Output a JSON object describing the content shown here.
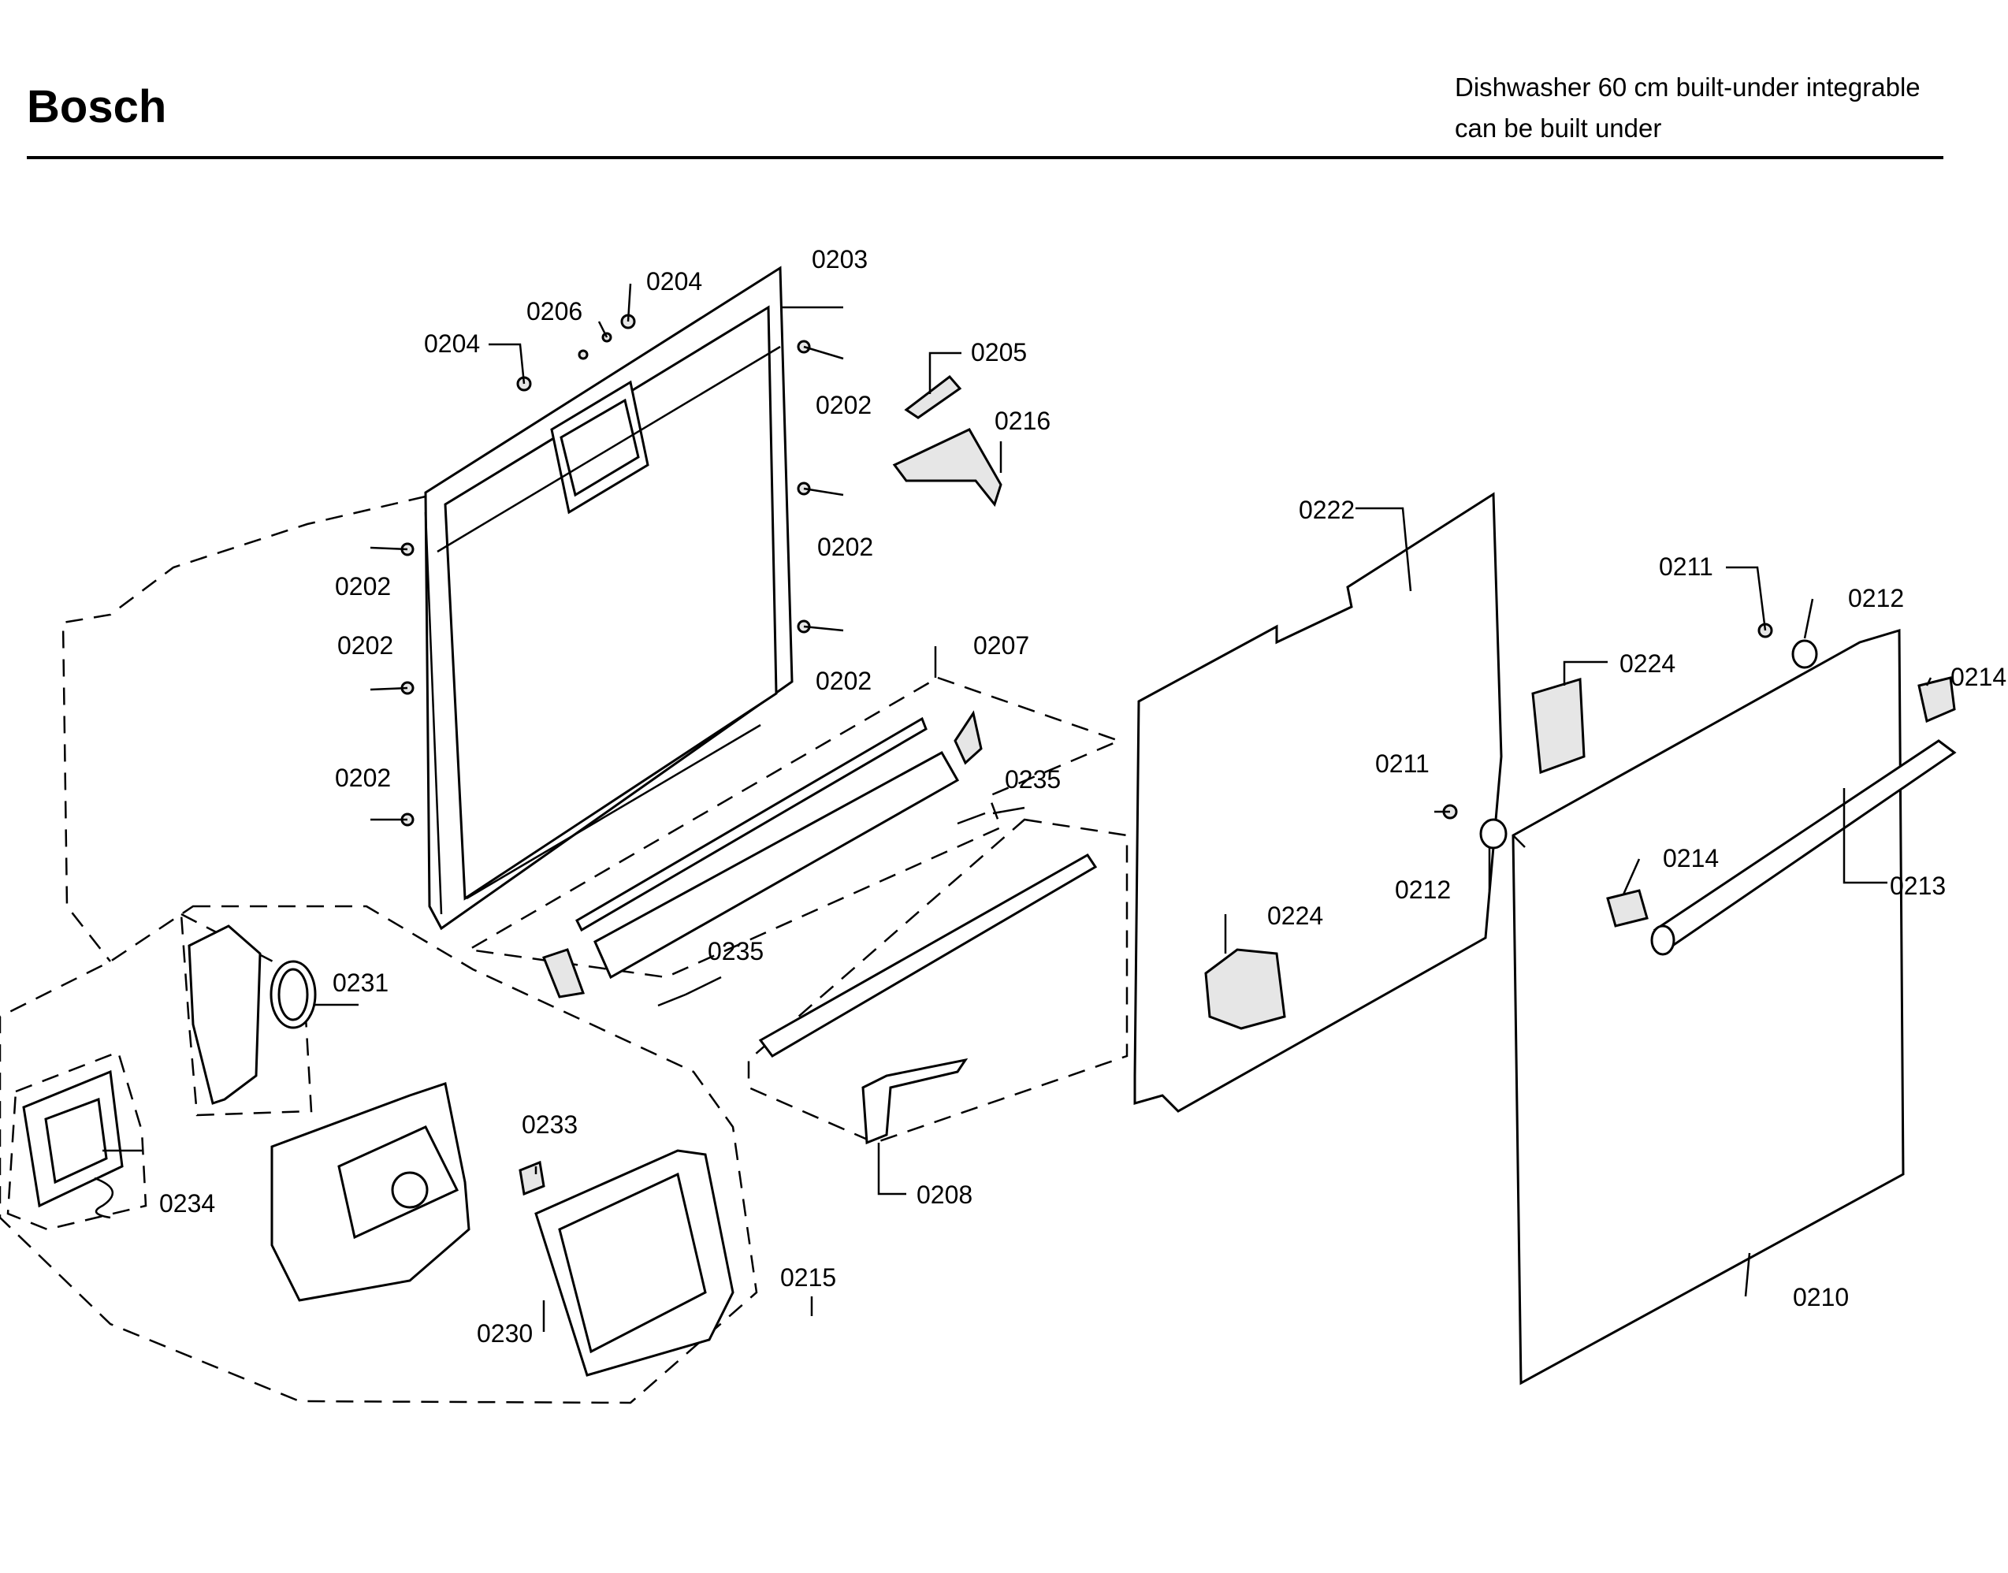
{
  "header": {
    "brand": "Bosch",
    "title_line1": "Dishwasher 60 cm built-under integrable",
    "title_line2": "can be built under"
  },
  "callouts": {
    "c0202": "0202",
    "c0203": "0203",
    "c0204": "0204",
    "c0205": "0205",
    "c0206": "0206",
    "c0207": "0207",
    "c0208": "0208",
    "c0210": "0210",
    "c0211": "0211",
    "c0212": "0212",
    "c0213": "0213",
    "c0214": "0214",
    "c0215": "0215",
    "c0216": "0216",
    "c0222": "0222",
    "c0224": "0224",
    "c0230": "0230",
    "c0231": "0231",
    "c0233": "0233",
    "c0234": "0234",
    "c0235": "0235"
  }
}
